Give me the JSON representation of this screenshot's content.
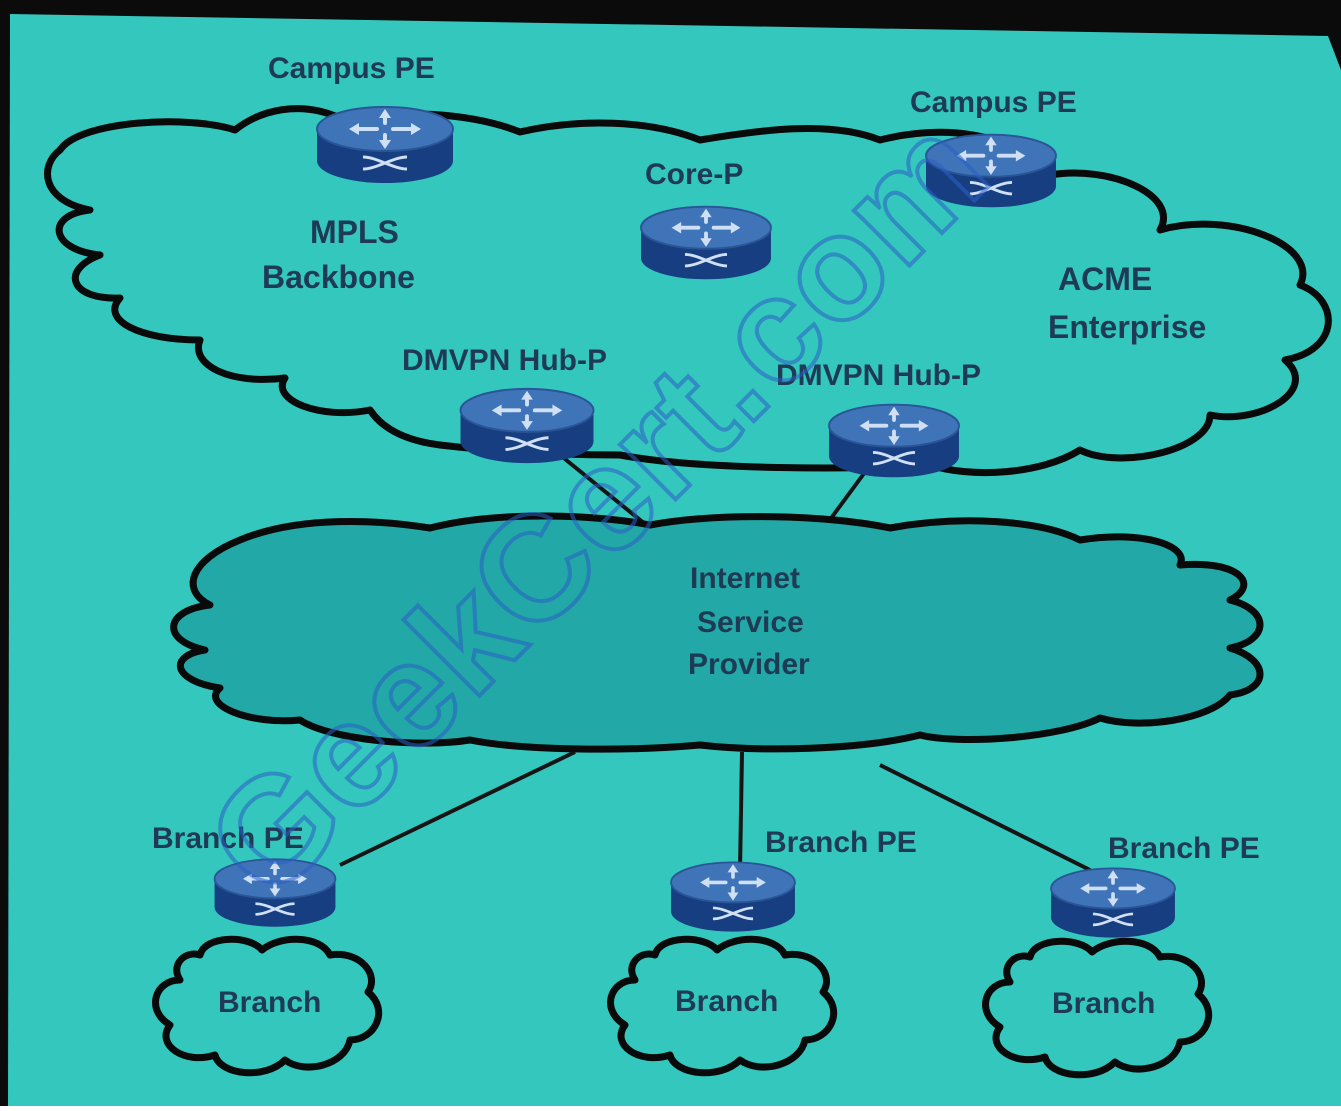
{
  "colors": {
    "background": "#34c7be",
    "screen_border": "#0b0b0b",
    "router_top": "#3f74b8",
    "router_side": "#173e80",
    "label_text": "#1e3a55",
    "watermark": "#2b5fc4"
  },
  "labels": {
    "campus_pe_left": "Campus PE",
    "campus_pe_right": "Campus PE",
    "core_p": "Core-P",
    "mpls_line1": "MPLS",
    "mpls_line2": "Backbone",
    "acme_line1": "ACME",
    "acme_line2": "Enterprise",
    "dmvpn_hub_left": "DMVPN Hub-P",
    "dmvpn_hub_right": "DMVPN Hub-P",
    "isp_line1": "Internet",
    "isp_line2": "Service",
    "isp_line3": "Provider",
    "branch_pe_left": "Branch PE",
    "branch_pe_middle": "Branch PE",
    "branch_pe_right": "Branch PE",
    "branch_left": "Branch",
    "branch_middle": "Branch",
    "branch_right": "Branch"
  },
  "watermark": {
    "text": "GeekCert.com"
  },
  "icons": {
    "router": "router-icon",
    "cloud": "cloud-icon"
  }
}
